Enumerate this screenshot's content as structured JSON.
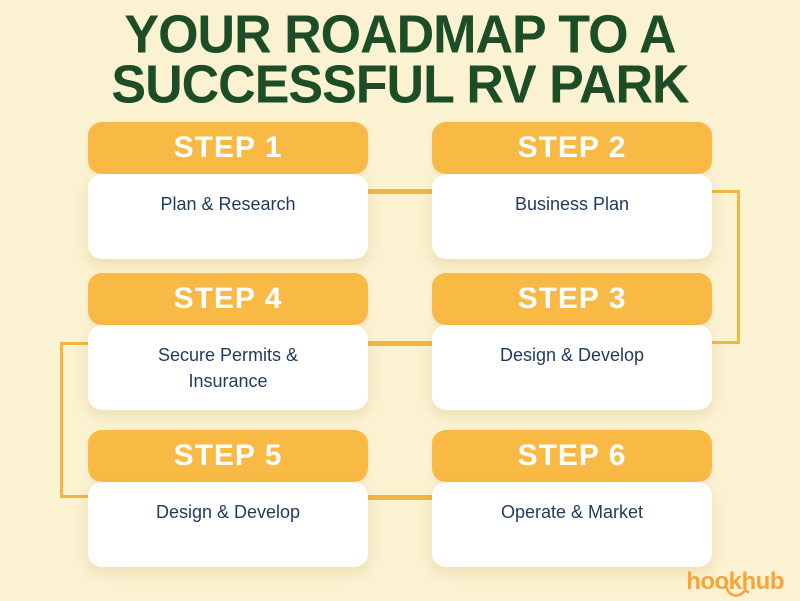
{
  "title": {
    "line1": "YOUR ROADMAP TO A",
    "line2": "SUCCESSFUL RV PARK"
  },
  "steps": [
    {
      "label": "STEP 1",
      "description": "Plan & Research"
    },
    {
      "label": "STEP 2",
      "description": "Business Plan"
    },
    {
      "label": "STEP 4",
      "description": "Secure Permits & Insurance"
    },
    {
      "label": "STEP 3",
      "description": "Design & Develop"
    },
    {
      "label": "STEP 5",
      "description": "Design & Develop"
    },
    {
      "label": "STEP 6",
      "description": "Operate & Market"
    }
  ],
  "flow_order": [
    "STEP 1",
    "STEP 2",
    "STEP 3",
    "STEP 4",
    "STEP 5",
    "STEP 6"
  ],
  "logo": {
    "text": "hookhub"
  },
  "colors": {
    "background": "#FBF2D2",
    "accent_orange": "#F9B945",
    "connector_orange": "#F6B53C",
    "title_green": "#1C4D27",
    "text_navy": "#1E3A5F",
    "card_white": "#FFFFFF",
    "logo_orange": "#F9A33C"
  }
}
